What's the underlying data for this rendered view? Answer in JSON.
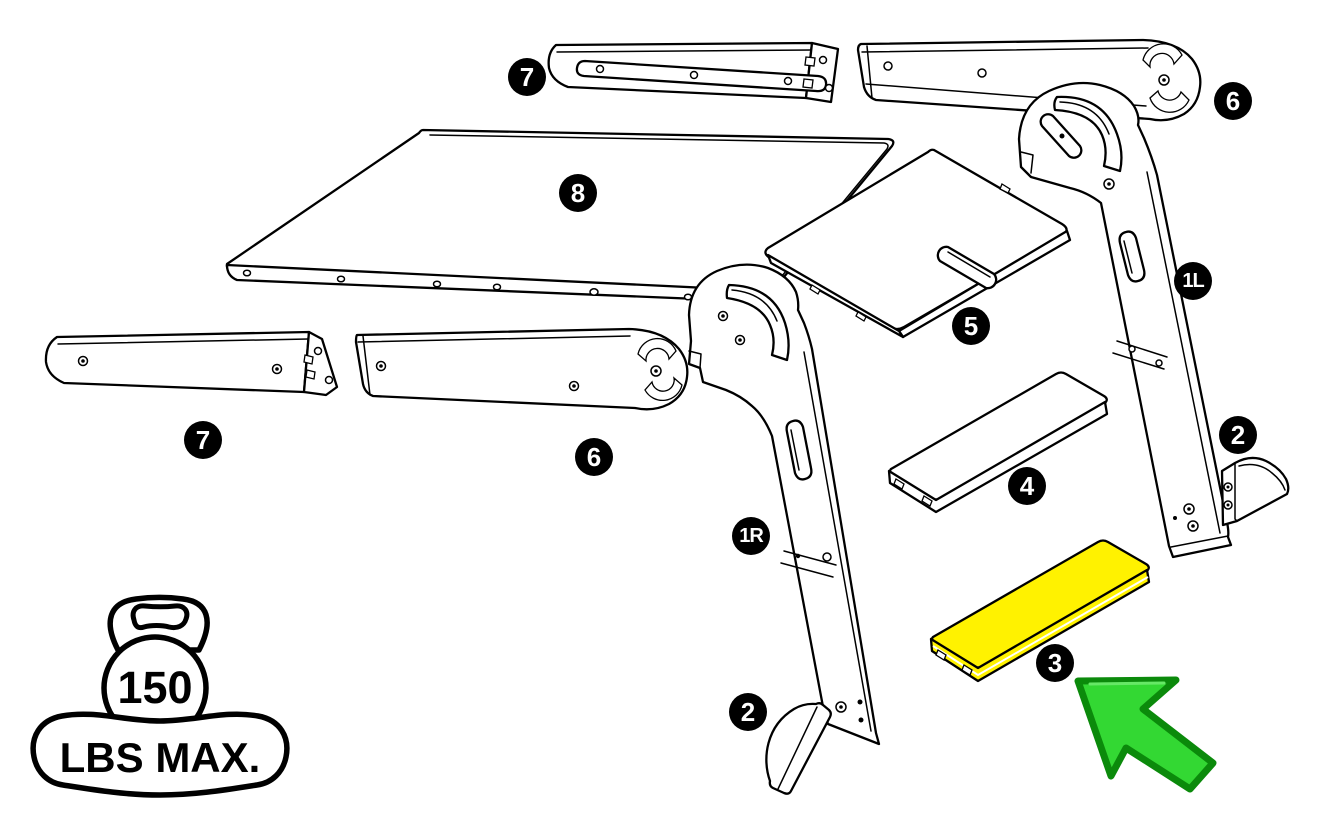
{
  "diagram": {
    "kind": "exploded-assembly-parts-diagram",
    "highlighted_part": "3",
    "colors": {
      "background": "#FFFFFF",
      "line": "#000000",
      "badge_bg": "#000000",
      "badge_fg": "#FFFFFF",
      "highlight_yellow": "#FFF200",
      "arrow_fill": "#33D833",
      "arrow_outline": "#0B8A0B"
    },
    "weight_limit": {
      "value": "150",
      "unit": "LBS MAX."
    }
  },
  "badges": [
    {
      "part": "top-rail-7",
      "text": "7"
    },
    {
      "part": "top-rail-6",
      "text": "6"
    },
    {
      "part": "desktop-8",
      "text": "8"
    },
    {
      "part": "leg-1l",
      "text": "1L"
    },
    {
      "part": "panel-5",
      "text": "5"
    },
    {
      "part": "left-rail-7",
      "text": "7"
    },
    {
      "part": "left-rail-6",
      "text": "6"
    },
    {
      "part": "foot-2-right",
      "text": "2"
    },
    {
      "part": "shelf-4",
      "text": "4"
    },
    {
      "part": "leg-1r",
      "text": "1R"
    },
    {
      "part": "shelf-3",
      "text": "3"
    },
    {
      "part": "foot-2-bottom",
      "text": "2"
    }
  ]
}
